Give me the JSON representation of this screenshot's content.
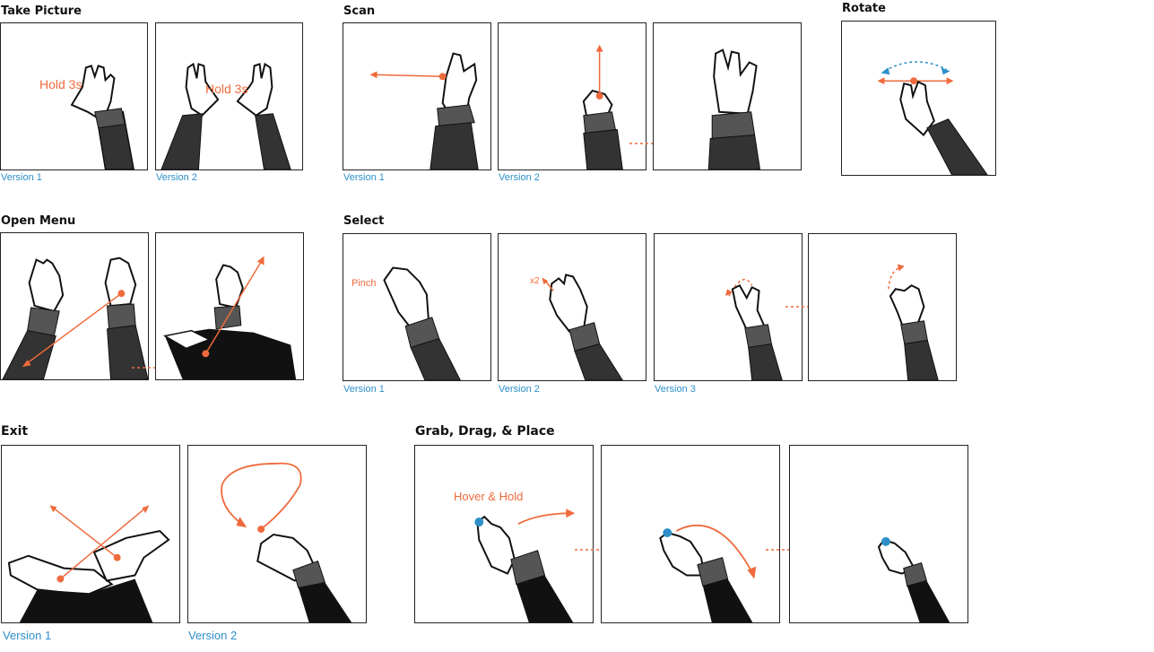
{
  "colors": {
    "accent": "#ef6a3c",
    "version": "#2d8fc8",
    "ink": "#111111",
    "blue_dot": "#2d8fc8"
  },
  "sections": {
    "take_picture": {
      "title": "Take Picture",
      "versions": [
        "Version 1",
        "Version 2"
      ],
      "notes": [
        "Hold 3s",
        "Hold 3s"
      ]
    },
    "scan": {
      "title": "Scan",
      "versions": [
        "Version 1",
        "Version 2"
      ]
    },
    "rotate": {
      "title": "Rotate"
    },
    "open_menu": {
      "title": "Open Menu"
    },
    "select": {
      "title": "Select",
      "versions": [
        "Version 1",
        "Version 2",
        "Version 3"
      ],
      "notes": [
        "Pinch",
        "x2"
      ]
    },
    "exit": {
      "title": "Exit",
      "versions": [
        "Version 1",
        "Version 2"
      ]
    },
    "grab": {
      "title": "Grab, Drag, & Place",
      "notes": [
        "Hover & Hold"
      ]
    }
  },
  "icons": [
    "hand-gesture-icon",
    "arrow-icon",
    "dotted-arrow-icon",
    "loop-arrow-icon",
    "cross-arrows-icon"
  ]
}
